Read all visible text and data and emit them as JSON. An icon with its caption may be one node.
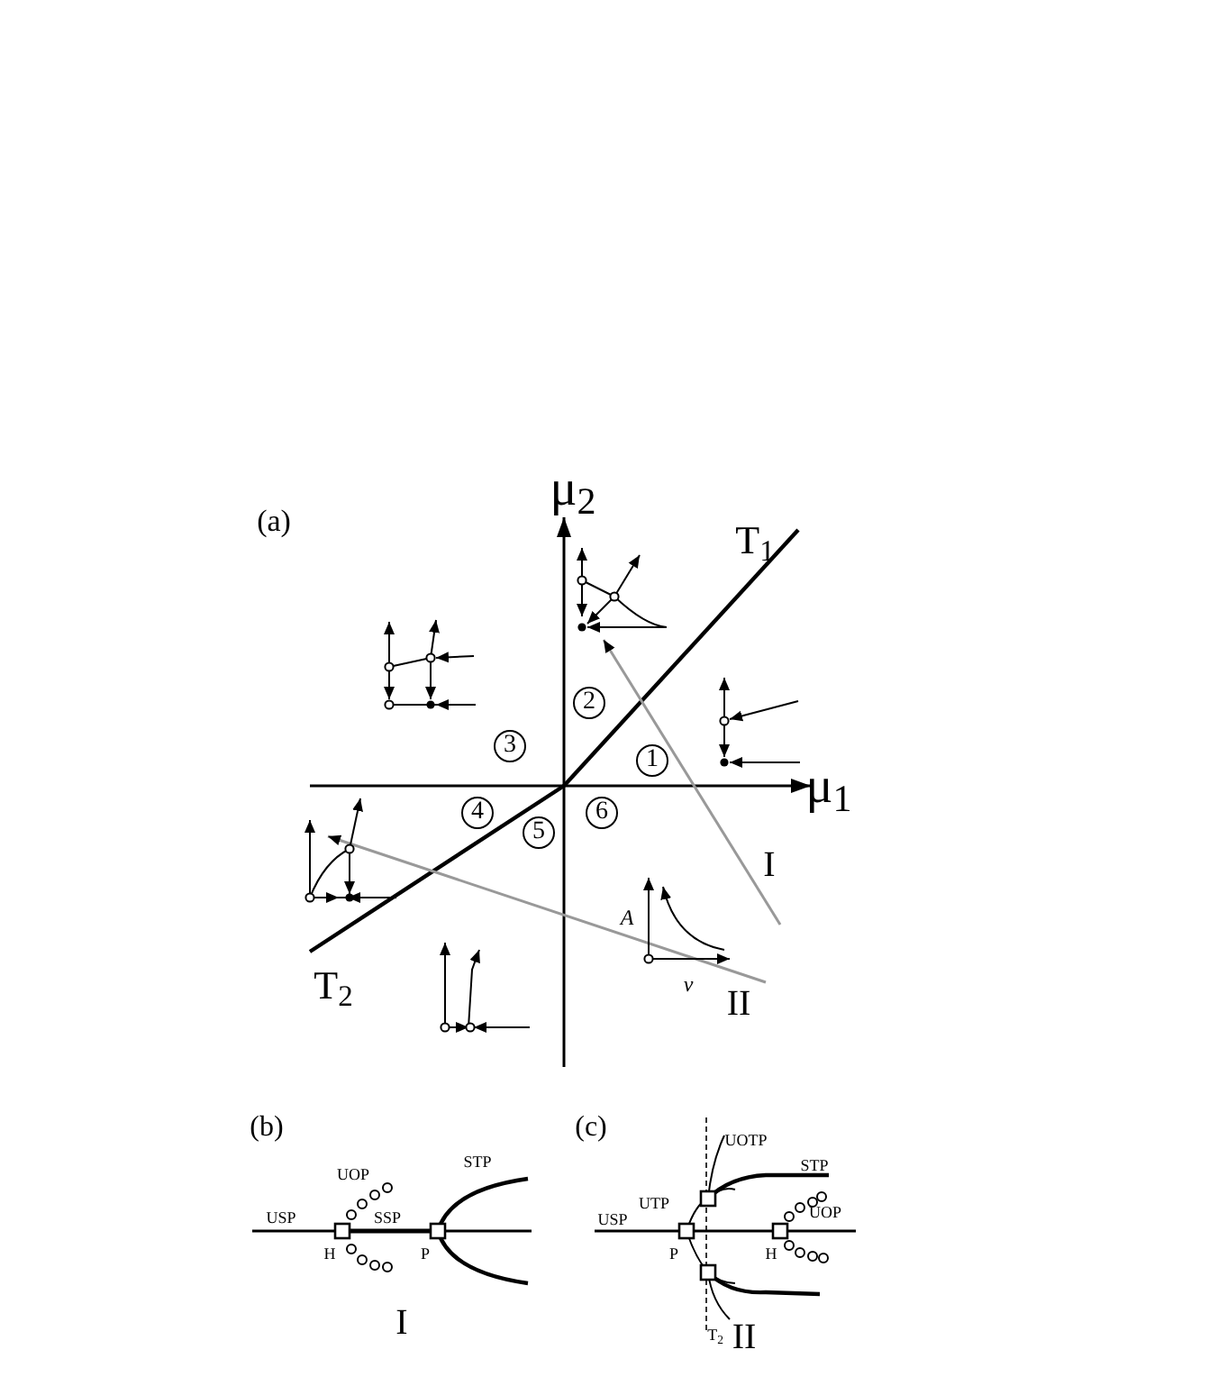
{
  "diagram": {
    "labels": [
      "(a)",
      "μ$_{2}$",
      "T$_{1}$",
      "2",
      "3",
      "1",
      "μ$_{1}$",
      "4",
      "6",
      "5",
      "I",
      "A",
      "T$_{2}$",
      "v",
      "II",
      "(b)",
      "UOP",
      "STP",
      "USP",
      "SSP",
      "H",
      "P",
      "I",
      "(c)",
      "UOTP",
      "STP",
      "UTP",
      "UOP",
      "USP",
      "P",
      "H",
      "T$_{2}$",
      "II"
    ]
  }
}
